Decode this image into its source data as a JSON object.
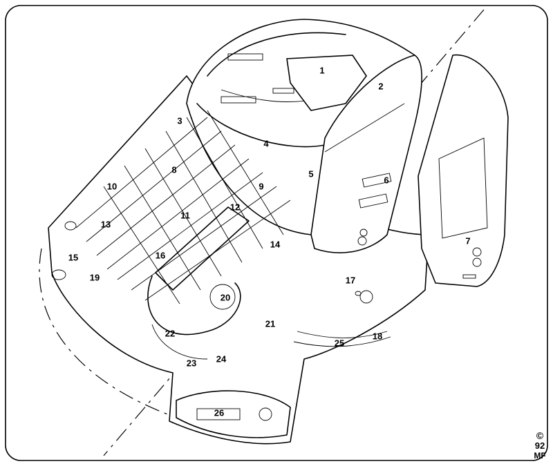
{
  "diagram": {
    "callouts": [
      {
        "id": "c1",
        "label": "1"
      },
      {
        "id": "c2",
        "label": "2"
      },
      {
        "id": "c3",
        "label": "3"
      },
      {
        "id": "c4",
        "label": "4"
      },
      {
        "id": "c5",
        "label": "5"
      },
      {
        "id": "c6",
        "label": "6"
      },
      {
        "id": "c7",
        "label": "7"
      },
      {
        "id": "c8",
        "label": "8"
      },
      {
        "id": "c9",
        "label": "9"
      },
      {
        "id": "c10",
        "label": "10"
      },
      {
        "id": "c11",
        "label": "11"
      },
      {
        "id": "c12",
        "label": "12"
      },
      {
        "id": "c13",
        "label": "13"
      },
      {
        "id": "c14",
        "label": "14"
      },
      {
        "id": "c15",
        "label": "15"
      },
      {
        "id": "c16",
        "label": "16"
      },
      {
        "id": "c17",
        "label": "17"
      },
      {
        "id": "c18",
        "label": "18"
      },
      {
        "id": "c19",
        "label": "19"
      },
      {
        "id": "c20",
        "label": "20"
      },
      {
        "id": "c21",
        "label": "21"
      },
      {
        "id": "c22",
        "label": "22"
      },
      {
        "id": "c23",
        "label": "23"
      },
      {
        "id": "c24",
        "label": "24"
      },
      {
        "id": "c25",
        "label": "25"
      },
      {
        "id": "c26",
        "label": "26"
      }
    ],
    "copyright": {
      "symbol": "©",
      "year": "92",
      "initials": "MF"
    }
  }
}
